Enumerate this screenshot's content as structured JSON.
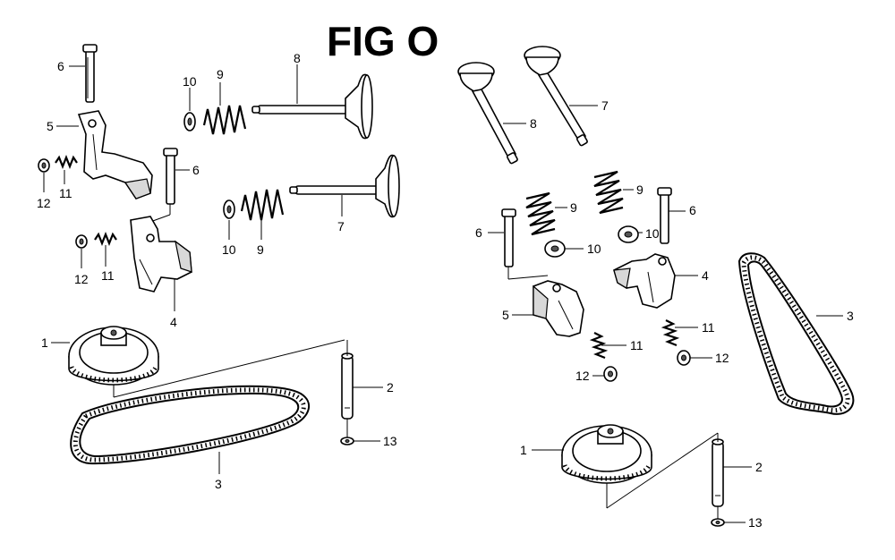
{
  "title": "FIG O",
  "callouts": {
    "c1": "1",
    "c2": "2",
    "c3": "3",
    "c4": "4",
    "c5": "5",
    "c6": "6",
    "c7": "7",
    "c8": "8",
    "c9": "9",
    "c10": "10",
    "c11": "11",
    "c12": "12",
    "c13": "13"
  }
}
